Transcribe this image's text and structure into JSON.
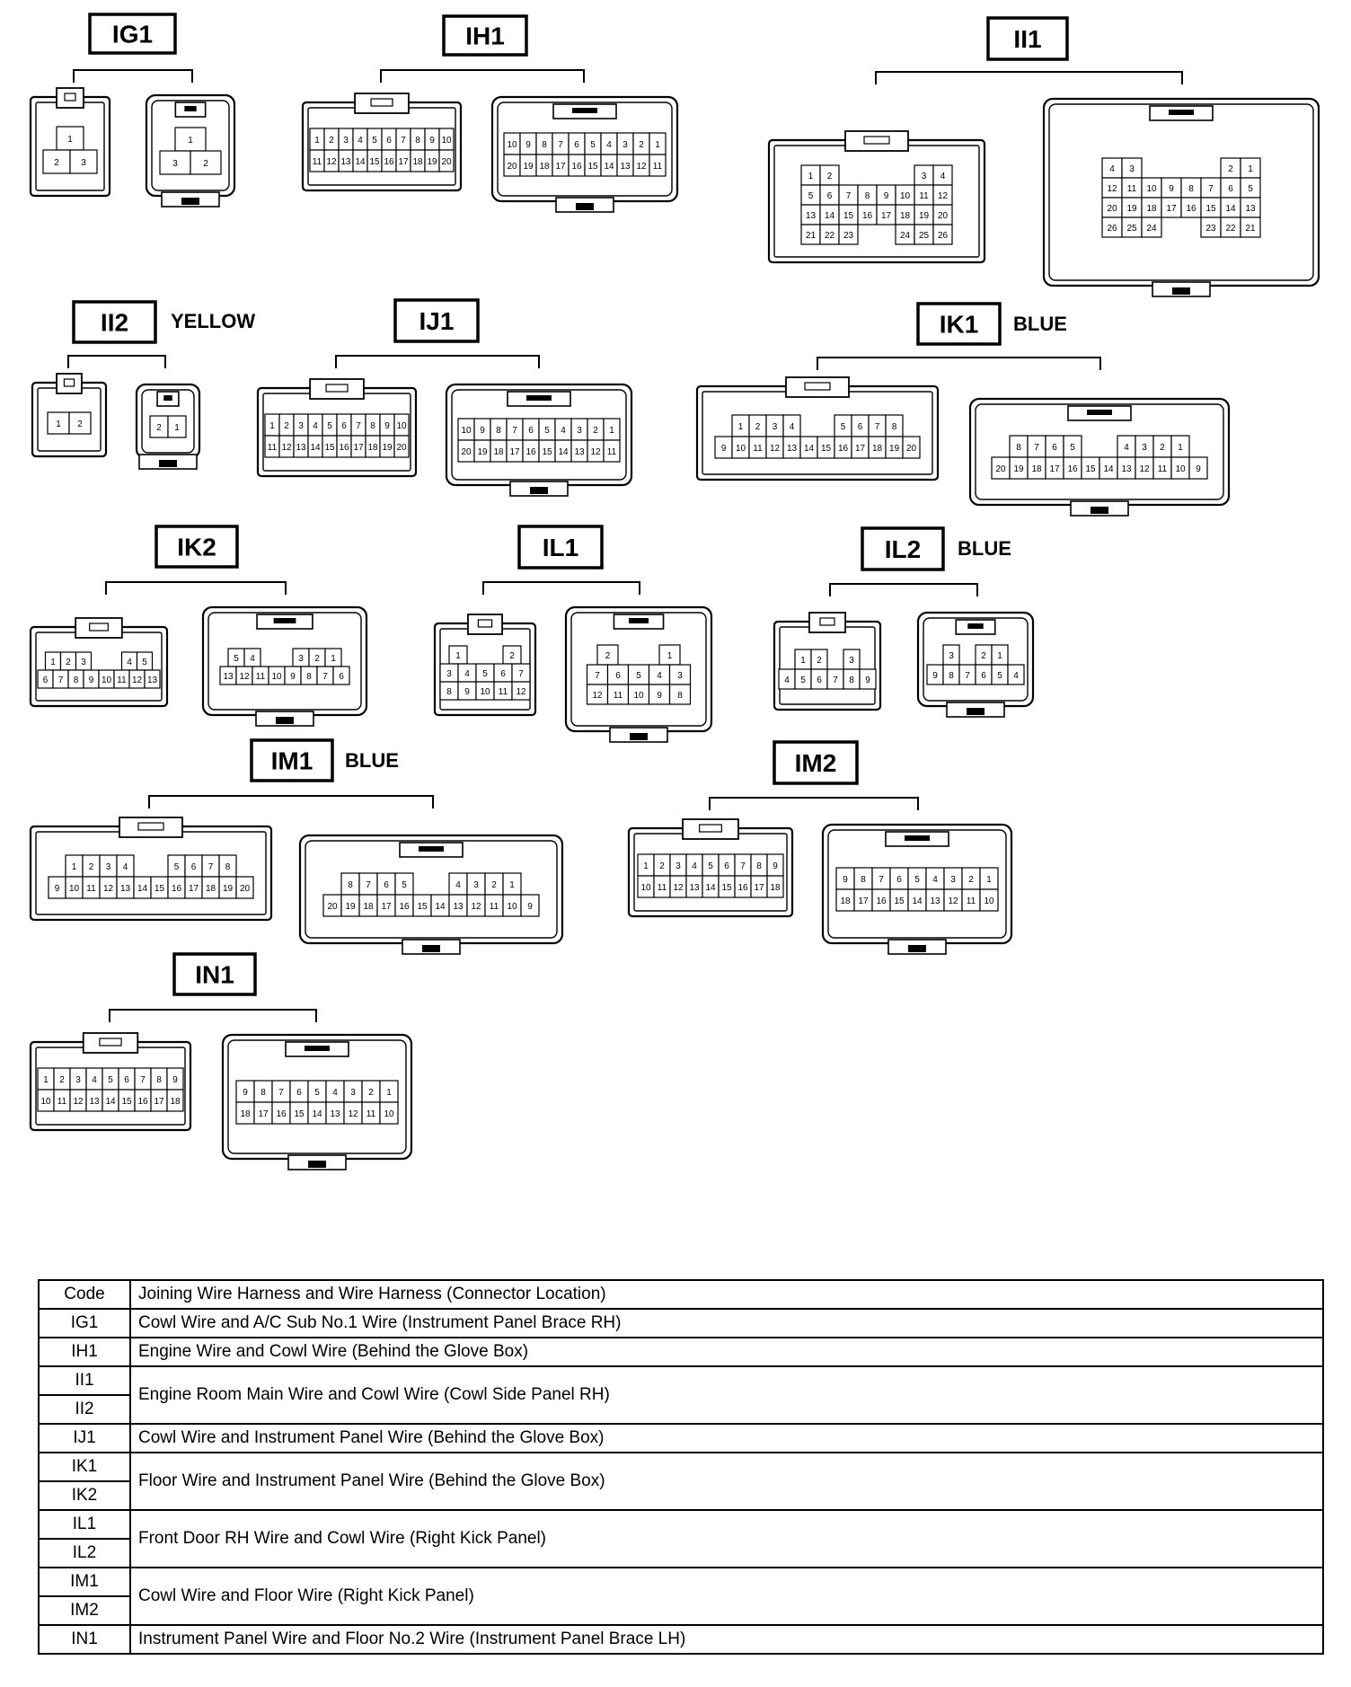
{
  "connectors": [
    {
      "code": "IG1",
      "color": "",
      "female": {
        "rows": [
          [
            "1"
          ],
          [
            "2",
            "3"
          ]
        ]
      },
      "male": {
        "rows": [
          [
            "1"
          ],
          [
            "3",
            "2"
          ]
        ]
      }
    },
    {
      "code": "IH1",
      "color": "",
      "female": {
        "rows": [
          [
            "1",
            "2",
            "3",
            "4",
            "5",
            "6",
            "7",
            "8",
            "9",
            "10"
          ],
          [
            "11",
            "12",
            "13",
            "14",
            "15",
            "16",
            "17",
            "18",
            "19",
            "20"
          ]
        ]
      },
      "male": {
        "rows": [
          [
            "10",
            "9",
            "8",
            "7",
            "6",
            "5",
            "4",
            "3",
            "2",
            "1"
          ],
          [
            "20",
            "19",
            "18",
            "17",
            "16",
            "15",
            "14",
            "13",
            "12",
            "11"
          ]
        ]
      }
    },
    {
      "code": "II1",
      "color": "",
      "female": {
        "rows": [
          [
            "1",
            "2",
            "",
            "",
            "",
            "",
            "3",
            "4"
          ],
          [
            "5",
            "6",
            "7",
            "8",
            "9",
            "10",
            "11",
            "12"
          ],
          [
            "13",
            "14",
            "15",
            "16",
            "17",
            "18",
            "19",
            "20"
          ],
          [
            "21",
            "22",
            "23",
            "",
            "",
            "24",
            "25",
            "26"
          ]
        ]
      },
      "male": {
        "rows": [
          [
            "4",
            "3",
            "",
            "",
            "",
            "",
            "2",
            "1"
          ],
          [
            "12",
            "11",
            "10",
            "9",
            "8",
            "7",
            "6",
            "5"
          ],
          [
            "20",
            "19",
            "18",
            "17",
            "16",
            "15",
            "14",
            "13"
          ],
          [
            "26",
            "25",
            "24",
            "",
            "",
            "23",
            "22",
            "21"
          ]
        ]
      }
    },
    {
      "code": "II2",
      "color": "YELLOW",
      "female": {
        "rows": [
          [
            "1",
            "2"
          ]
        ]
      },
      "male": {
        "rows": [
          [
            "2",
            "1"
          ]
        ]
      }
    },
    {
      "code": "IJ1",
      "color": "",
      "female": {
        "rows": [
          [
            "1",
            "2",
            "3",
            "4",
            "5",
            "6",
            "7",
            "8",
            "9",
            "10"
          ],
          [
            "11",
            "12",
            "13",
            "14",
            "15",
            "16",
            "17",
            "18",
            "19",
            "20"
          ]
        ]
      },
      "male": {
        "rows": [
          [
            "10",
            "9",
            "8",
            "7",
            "6",
            "5",
            "4",
            "3",
            "2",
            "1"
          ],
          [
            "20",
            "19",
            "18",
            "17",
            "16",
            "15",
            "14",
            "13",
            "12",
            "11"
          ]
        ]
      }
    },
    {
      "code": "IK1",
      "color": "BLUE",
      "female": {
        "rows": [
          [
            "1",
            "2",
            "3",
            "4",
            "",
            "",
            "5",
            "6",
            "7",
            "8"
          ],
          [
            "9",
            "10",
            "11",
            "12",
            "13",
            "14",
            "15",
            "16",
            "17",
            "18",
            "19",
            "20"
          ]
        ]
      },
      "male": {
        "rows": [
          [
            "8",
            "7",
            "6",
            "5",
            "",
            "",
            "4",
            "3",
            "2",
            "1"
          ],
          [
            "20",
            "19",
            "18",
            "17",
            "16",
            "15",
            "14",
            "13",
            "12",
            "11",
            "10",
            "9"
          ]
        ]
      }
    },
    {
      "code": "IK2",
      "color": "",
      "female": {
        "rows": [
          [
            "1",
            "2",
            "3",
            "",
            "",
            "4",
            "5"
          ],
          [
            "6",
            "7",
            "8",
            "9",
            "10",
            "11",
            "12",
            "13"
          ]
        ]
      },
      "male": {
        "rows": [
          [
            "5",
            "4",
            "",
            "",
            "3",
            "2",
            "1"
          ],
          [
            "13",
            "12",
            "11",
            "10",
            "9",
            "8",
            "7",
            "6"
          ]
        ]
      }
    },
    {
      "code": "IL1",
      "color": "",
      "female": {
        "rows": [
          [
            "1",
            "",
            "",
            "2"
          ],
          [
            "3",
            "4",
            "5",
            "6",
            "7"
          ],
          [
            "8",
            "9",
            "10",
            "11",
            "12"
          ]
        ]
      },
      "male": {
        "rows": [
          [
            "2",
            "",
            "",
            "1"
          ],
          [
            "7",
            "6",
            "5",
            "4",
            "3"
          ],
          [
            "12",
            "11",
            "10",
            "9",
            "8"
          ]
        ]
      }
    },
    {
      "code": "IL2",
      "color": "BLUE",
      "female": {
        "rows": [
          [
            "1",
            "2",
            "",
            "3"
          ],
          [
            "4",
            "5",
            "6",
            "7",
            "8",
            "9"
          ]
        ]
      },
      "male": {
        "rows": [
          [
            "3",
            "",
            "2",
            "1"
          ],
          [
            "9",
            "8",
            "7",
            "6",
            "5",
            "4"
          ]
        ]
      }
    },
    {
      "code": "IM1",
      "color": "BLUE",
      "female": {
        "rows": [
          [
            "1",
            "2",
            "3",
            "4",
            "",
            "",
            "5",
            "6",
            "7",
            "8"
          ],
          [
            "9",
            "10",
            "11",
            "12",
            "13",
            "14",
            "15",
            "16",
            "17",
            "18",
            "19",
            "20"
          ]
        ]
      },
      "male": {
        "rows": [
          [
            "8",
            "7",
            "6",
            "5",
            "",
            "",
            "4",
            "3",
            "2",
            "1"
          ],
          [
            "20",
            "19",
            "18",
            "17",
            "16",
            "15",
            "14",
            "13",
            "12",
            "11",
            "10",
            "9"
          ]
        ]
      }
    },
    {
      "code": "IM2",
      "color": "",
      "female": {
        "rows": [
          [
            "1",
            "2",
            "3",
            "4",
            "5",
            "6",
            "7",
            "8",
            "9"
          ],
          [
            "10",
            "11",
            "12",
            "13",
            "14",
            "15",
            "16",
            "17",
            "18"
          ]
        ]
      },
      "male": {
        "rows": [
          [
            "9",
            "8",
            "7",
            "6",
            "5",
            "4",
            "3",
            "2",
            "1"
          ],
          [
            "18",
            "17",
            "16",
            "15",
            "14",
            "13",
            "12",
            "11",
            "10"
          ]
        ]
      }
    },
    {
      "code": "IN1",
      "color": "",
      "female": {
        "rows": [
          [
            "1",
            "2",
            "3",
            "4",
            "5",
            "6",
            "7",
            "8",
            "9"
          ],
          [
            "10",
            "11",
            "12",
            "13",
            "14",
            "15",
            "16",
            "17",
            "18"
          ]
        ]
      },
      "male": {
        "rows": [
          [
            "9",
            "8",
            "7",
            "6",
            "5",
            "4",
            "3",
            "2",
            "1"
          ],
          [
            "18",
            "17",
            "16",
            "15",
            "14",
            "13",
            "12",
            "11",
            "10"
          ]
        ]
      }
    }
  ],
  "table": {
    "header": {
      "code": "Code",
      "desc": "Joining Wire Harness and Wire Harness (Connector Location)"
    },
    "groups": [
      {
        "codes": [
          "IG1"
        ],
        "desc": "Cowl Wire and A/C Sub No.1 Wire (Instrument Panel Brace RH)"
      },
      {
        "codes": [
          "IH1"
        ],
        "desc": "Engine Wire and Cowl Wire (Behind the Glove Box)"
      },
      {
        "codes": [
          "II1",
          "II2"
        ],
        "desc": "Engine Room Main Wire and Cowl Wire (Cowl Side Panel RH)"
      },
      {
        "codes": [
          "IJ1"
        ],
        "desc": "Cowl Wire and Instrument Panel Wire (Behind the Glove Box)"
      },
      {
        "codes": [
          "IK1",
          "IK2"
        ],
        "desc": "Floor Wire and Instrument Panel Wire (Behind the Glove Box)"
      },
      {
        "codes": [
          "IL1",
          "IL2"
        ],
        "desc": "Front Door RH Wire and Cowl Wire (Right Kick Panel)"
      },
      {
        "codes": [
          "IM1",
          "IM2"
        ],
        "desc": "Cowl Wire and Floor Wire (Right Kick Panel)"
      },
      {
        "codes": [
          "IN1"
        ],
        "desc": "Instrument Panel Wire and Floor No.2 Wire (Instrument Panel Brace LH)"
      }
    ]
  }
}
